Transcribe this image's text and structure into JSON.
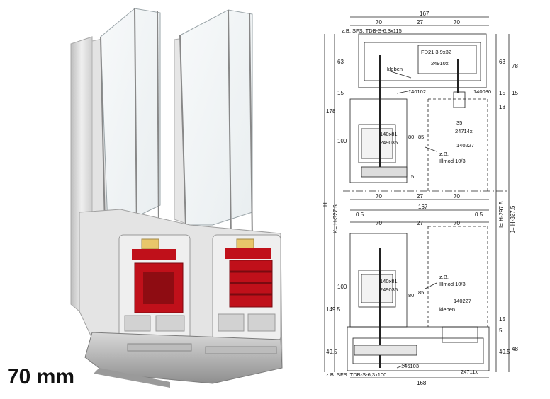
{
  "caption": "70 mm",
  "drawing": {
    "dims_top": [
      "167",
      "70",
      "27",
      "70"
    ],
    "dims_right_top": [
      "63",
      "78",
      "15",
      "15",
      "18"
    ],
    "dims_left_top": [
      "63",
      "178",
      "15",
      "100"
    ],
    "dims_mid": [
      "70",
      "27",
      "70",
      "167",
      "0.5",
      "0.5",
      "70",
      "27",
      "70"
    ],
    "dims_left_bottom": [
      "100",
      "149.5",
      "49.5"
    ],
    "dims_right_bottom": [
      "49.5",
      "48",
      "15",
      "5"
    ],
    "dims_bottom": [
      "168"
    ],
    "vertical_labels": [
      "H",
      "K= H-327.5",
      "I= H-297.5",
      "J= H-327.5"
    ],
    "annotations": {
      "sfs_top": "z.B. SFS: TDB-S-6,3x115",
      "fd21": "FD21 3,9x32",
      "code_24910x": "24910x",
      "kleben_top": "kleben",
      "code_140102": "140102",
      "code_140080": "140080",
      "code_35": "35",
      "code_24714x": "24714x",
      "code_140x81_top": "140x81",
      "code_249035_top": "249035",
      "dim_80_top": "80",
      "dim_85_top": "85",
      "dim_5_top": "5",
      "zb_top": "z.B.",
      "illmod_top": "Illmod 10/3",
      "code_140227_top": "140227",
      "code_140x81_bot": "140x81",
      "code_249035_bot": "249035",
      "dim_80_bot": "80",
      "dim_85_bot": "85",
      "zb_bot": "z.B.",
      "illmod_bot": "Illmod 10/3",
      "code_140227_bot": "140227",
      "kleben_bot": "kleben",
      "code_146103": "146103",
      "code_24711x": "24711x",
      "sfs_bottom": "z.B. SFS: TDB-S-6,3x100"
    }
  },
  "colors": {
    "frame_light": "#e6e6e6",
    "frame_mid": "#c9c9c9",
    "frame_shadow": "#9a9a9a",
    "reinforcement_red": "#c0101a",
    "reinforcement_dark": "#7a0a10",
    "gasket_yellow": "#e8c66a",
    "glass": "#f2f6f8",
    "drawing_line": "#222222"
  }
}
